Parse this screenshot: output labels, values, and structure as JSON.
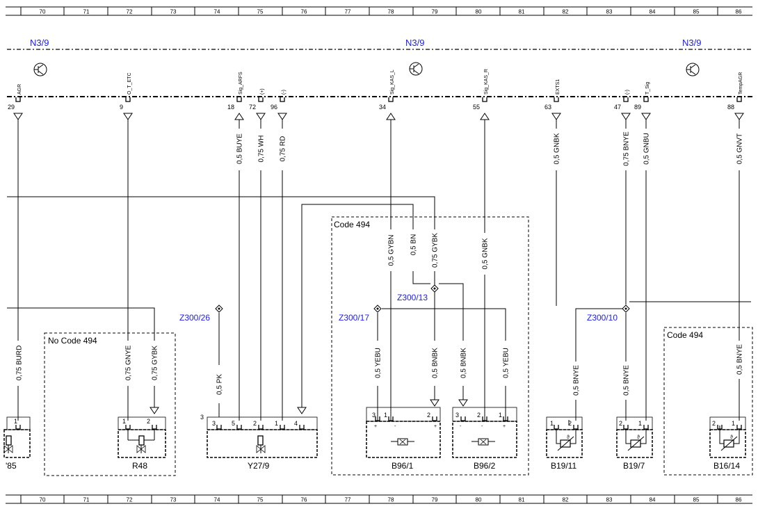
{
  "ruler_numbers": [
    "70",
    "71",
    "72",
    "73",
    "74",
    "75",
    "76",
    "77",
    "78",
    "79",
    "80",
    "81",
    "82",
    "83",
    "84",
    "85",
    "86"
  ],
  "module_labels": [
    "N3/9",
    "N3/9",
    "N3/9"
  ],
  "connector_pins": [
    {
      "num": "29",
      "signal": "AGR"
    },
    {
      "num": "9",
      "signal": "O_T_ETC"
    },
    {
      "num": "18",
      "signal": "Sig_ARFS"
    },
    {
      "num": "72",
      "signal": "(+)"
    },
    {
      "num": "96",
      "signal": "(-)"
    },
    {
      "num": "34",
      "signal": "Sig_KAS_L"
    },
    {
      "num": "55",
      "signal": "Sig_KAS_R"
    },
    {
      "num": "63",
      "signal": "EXTS1"
    },
    {
      "num": "47",
      "signal": "(-)"
    },
    {
      "num": "89",
      "signal": "T_Sig"
    },
    {
      "num": "88",
      "signal": "TempAGR"
    }
  ],
  "upper_wires": [
    "0,5 BUYE",
    "0,75 WH",
    "0,75 RD",
    "0,5 GNBK",
    "0,75 BNYE",
    "0,5 GNBU",
    "0,5 GNVT"
  ],
  "mid_wires": [
    "0,5 GYBN",
    "0,5 BN",
    "0,75 GYBK",
    "0,5 GNBK"
  ],
  "lower_wires": [
    "0,75 BURD",
    "0,75 GNYE",
    "0,75 GYBK",
    "0,5 PK",
    "0,5 YEBU",
    "0,5 BNBK",
    "0,5 BNBK",
    "0,5 YEBU",
    "0,5 BNYE",
    "0,5 BNYE",
    "0,5 BNYE"
  ],
  "splices": [
    "Z300/26",
    "Z300/17",
    "Z300/13",
    "Z300/10"
  ],
  "code_boxes": [
    "No  Code 494",
    "Code 494",
    "Code 494"
  ],
  "components": [
    "'85",
    "R48",
    "Y27/9",
    "B96/1",
    "B96/2",
    "B19/11",
    "B19/7",
    "B16/14"
  ],
  "component_pins": [
    "1",
    "1",
    "2",
    "3",
    "5",
    "2",
    "1",
    "4",
    "3",
    "1",
    "2",
    "3",
    "3",
    "2",
    "1",
    "1",
    "2",
    "2",
    "1",
    "2",
    "1"
  ],
  "misc_marks": [
    "+",
    "-",
    "+",
    "-",
    "-",
    "-",
    "+",
    "ϑ",
    "ϑ",
    "ϑ"
  ],
  "colors": {
    "line": "#000000",
    "module_label": "#1a1aff",
    "splice_label": "#1a1aff",
    "background": "#ffffff"
  }
}
